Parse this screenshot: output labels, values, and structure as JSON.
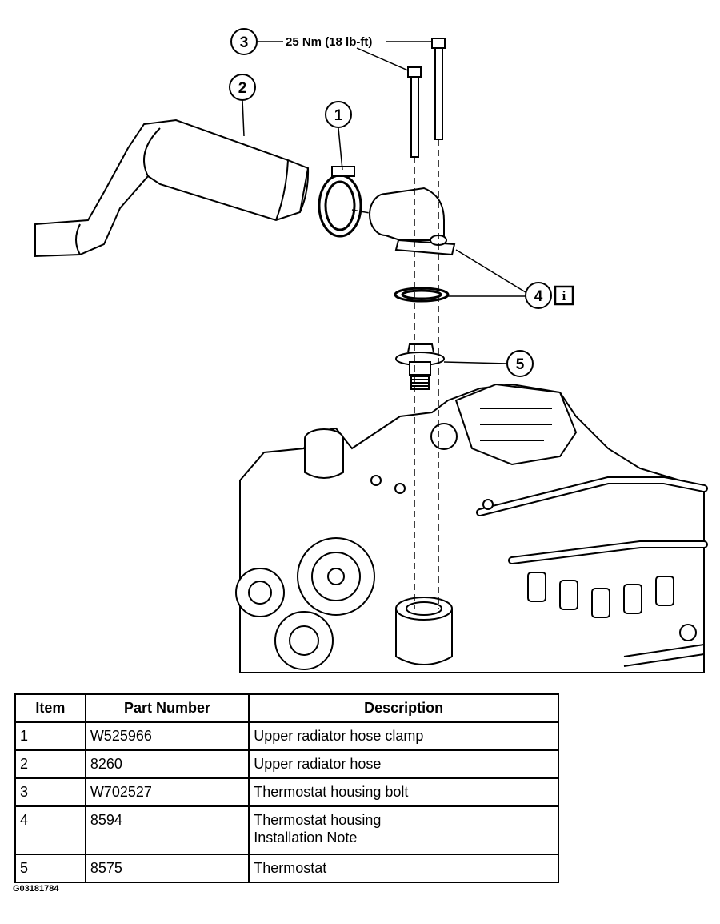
{
  "callouts": {
    "c1": "1",
    "c2": "2",
    "c3": "3",
    "c4": "4",
    "c5": "5",
    "torque_spec": "25 Nm (18 lb-ft)",
    "info_marker": "i"
  },
  "table": {
    "headers": [
      "Item",
      "Part Number",
      "Description"
    ],
    "rows": [
      {
        "item": "1",
        "part_number": "W525966",
        "description": "Upper radiator hose clamp",
        "note": ""
      },
      {
        "item": "2",
        "part_number": "8260",
        "description": "Upper radiator hose",
        "note": ""
      },
      {
        "item": "3",
        "part_number": "W702527",
        "description": "Thermostat housing bolt",
        "note": ""
      },
      {
        "item": "4",
        "part_number": "8594",
        "description": "Thermostat housing",
        "note": "Installation Note"
      },
      {
        "item": "5",
        "part_number": "8575",
        "description": "Thermostat",
        "note": ""
      }
    ]
  },
  "figure_id": "G03181784"
}
